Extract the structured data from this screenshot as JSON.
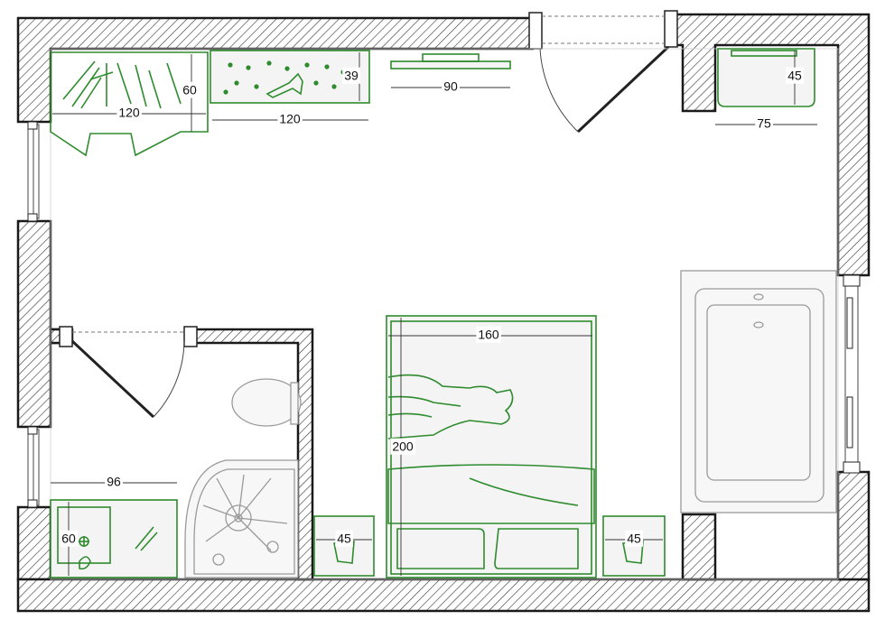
{
  "dimensions": {
    "wardrobe_width": "120",
    "wardrobe_depth": "60",
    "shoe_cabinet_width": "120",
    "shoe_cabinet_depth": "39",
    "tv_unit_width": "90",
    "desk_width": "75",
    "desk_depth": "45",
    "bed_width": "160",
    "bed_length": "200",
    "nightstand_left_width": "45",
    "nightstand_right_width": "45",
    "vanity_width": "96",
    "vanity_depth": "60"
  },
  "colors": {
    "wall_outline": "#1a1a1a",
    "furniture": "#2e8b2e",
    "fixtures": "#9a9a9a"
  }
}
